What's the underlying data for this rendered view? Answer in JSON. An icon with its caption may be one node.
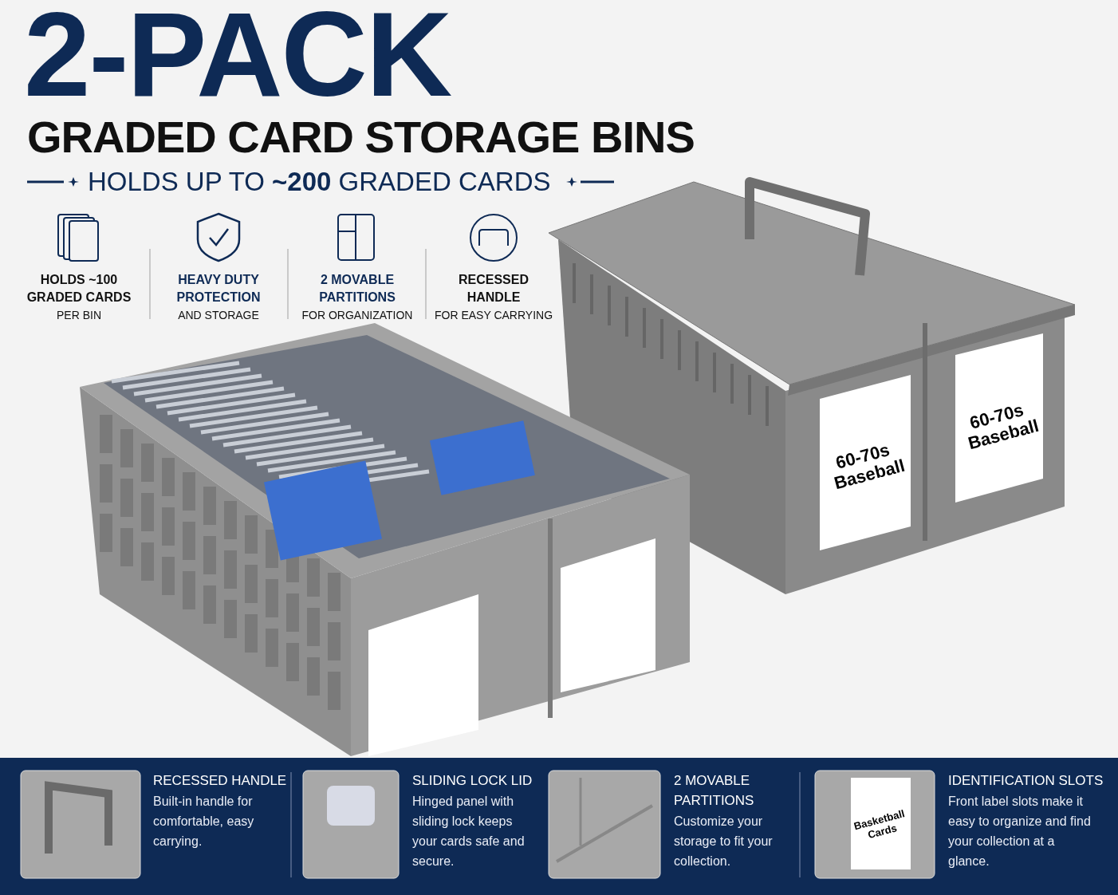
{
  "diagram": {
    "title": "2-PACK",
    "labels": [
      "GRADED CARD STORAGE BINS",
      "HOLDS UP TO **~200** GRADED CARDS",
      "HOLDS ~100 GRADED CARDS",
      "PER BIN",
      "HEAVY DUTY PROTECTION",
      "AND STORAGE",
      "2 MOVABLE PARTITIONS",
      "FOR ORGANIZATION",
      "RECESSED HANDLE",
      "FOR EASY CARRYING",
      "60-70s Baseball",
      "60-70s Baseball",
      "RECESSED HANDLE",
      "Built-in handle for comfortable, easy carrying.",
      "SLIDING LOCK LID",
      "Hinged panel with sliding lock keeps your cards safe and secure.",
      "2 MOVABLE PARTITIONS",
      "Customize your storage to fit your collection.",
      "Basketball Cards",
      "IDENTIFICATION SLOTS",
      "Front label slots make it easy to organize and find your collection at a glance."
    ]
  }
}
